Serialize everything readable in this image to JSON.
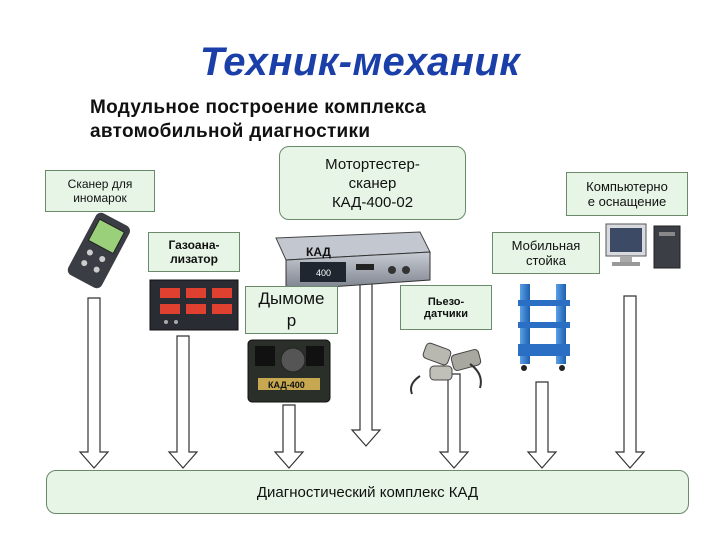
{
  "title": "Техник-механик",
  "subtitle_line1": "Модульное построение комплекса",
  "subtitle_line2": "автомобильной диагностики",
  "boxes": {
    "scanner_foreign": "Сканер для\nиномарок",
    "motortester": "Мотортестер-\nсканер\nКАД-400-02",
    "computer": "Компьютерно\nе оснащение",
    "gas_analyzer": "Газоана-\nлизатор",
    "mobile_stand": "Мобильная\nстойка",
    "smoke_meter": "Дымоме\nр",
    "piezo": "Пьезо-\nдатчики",
    "complex": "Диагностический комплекс   КАД"
  },
  "device_texts": {
    "kad_panel": "КАД",
    "kad_model": "400",
    "smoke_meter_label": "КАД-400"
  },
  "colors": {
    "title": "#1a3fa8",
    "box_fill": "#e6f5e6",
    "box_border": "#6a8a6a"
  }
}
